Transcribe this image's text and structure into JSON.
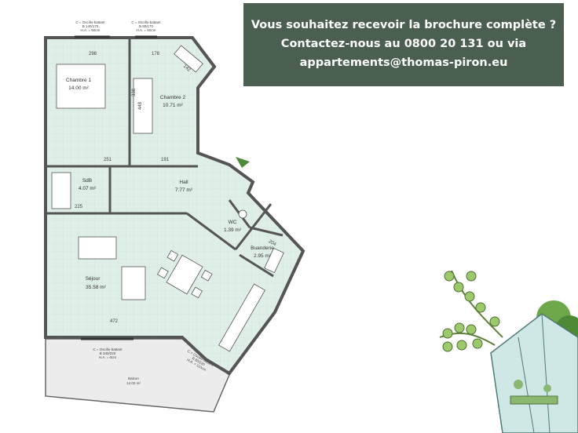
{
  "banner": {
    "line1": "Vous souhaitez recevoir la brochure complète ?",
    "line2": "Contactez-nous au 0800 20 131 ou via",
    "line3": "appartements@thomas-piron.eu"
  },
  "rooms": {
    "chambre1": {
      "name": "Chambre 1",
      "area": "14.00 m²"
    },
    "chambre2": {
      "name": "Chambre 2",
      "area": "10.71 m²"
    },
    "sdb": {
      "name": "SdB",
      "area": "4.07 m²"
    },
    "hall": {
      "name": "Hall",
      "area": "7.77 m²"
    },
    "wc": {
      "name": "WC",
      "area": "1.39 m²"
    },
    "buanderie": {
      "name": "Buanderie",
      "area": "2.95 m²"
    },
    "sejour": {
      "name": "Séjour",
      "area": "35.58 m²"
    },
    "balcon": {
      "name": "Balcon",
      "area": "14.00 m²"
    }
  },
  "windows": [
    {
      "l1": "C = Oscillo-battant",
      "l2": "B 140/170",
      "l3": "H.A. = 60cm"
    },
    {
      "l1": "C = Oscillo-battant",
      "l2": "B 90/170",
      "l3": "H.A. = 60cm"
    },
    {
      "l1": "C = Oscillo-battant",
      "l2": "B 340/220",
      "l3": "H.A. = 0cm"
    },
    {
      "l1": "C = Oscillo-battant",
      "l2": "B 80/220",
      "l3": "H.A. = 110cm"
    }
  ],
  "dimensions": {
    "d1": "298",
    "d2": "178",
    "d3": "142",
    "d4": "251",
    "d5": "191",
    "d6": "472",
    "d7": "338",
    "d8": "448",
    "d9": "225",
    "d10": "204"
  },
  "colors": {
    "banner": "#4b5f50",
    "floor": "#dfeee6",
    "wall": "#555555"
  }
}
